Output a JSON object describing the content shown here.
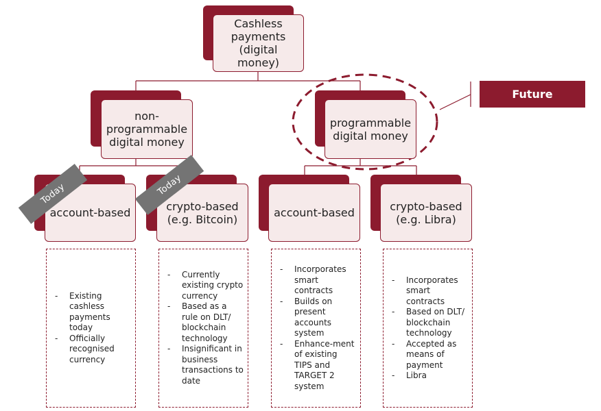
{
  "root": {
    "label": "Cashless\npayments\n(digital\nmoney)"
  },
  "level2": [
    {
      "label": "non-\nprogrammable\ndigital money"
    },
    {
      "label": "programmable\ndigital money"
    }
  ],
  "future_label": "Future",
  "level3": [
    {
      "label": "account-based",
      "tag": "Today",
      "bullets": [
        "Existing cashless payments today",
        "Officially recognised currency"
      ]
    },
    {
      "label": "crypto-based\n(e.g. Bitcoin)",
      "tag": "Today",
      "bullets": [
        "Currently existing crypto currency",
        "Based as a rule on DLT/ blockchain technology",
        "Insignificant in business transactions to date"
      ]
    },
    {
      "label": "account-based",
      "bullets": [
        "Incorporates smart contracts",
        "Builds on present accounts system",
        "Enhance-ment of existing TIPS and TARGET 2 system"
      ]
    },
    {
      "label": "crypto-based\n(e.g. Libra)",
      "bullets": [
        "Incorporates smart contracts",
        "Based on DLT/ blockchain technology",
        "Accepted as means of payment",
        "Libra"
      ]
    }
  ],
  "colors": {
    "accent": "#8c1b2e",
    "box_fill": "#f6eaea",
    "tag": "#747474"
  }
}
